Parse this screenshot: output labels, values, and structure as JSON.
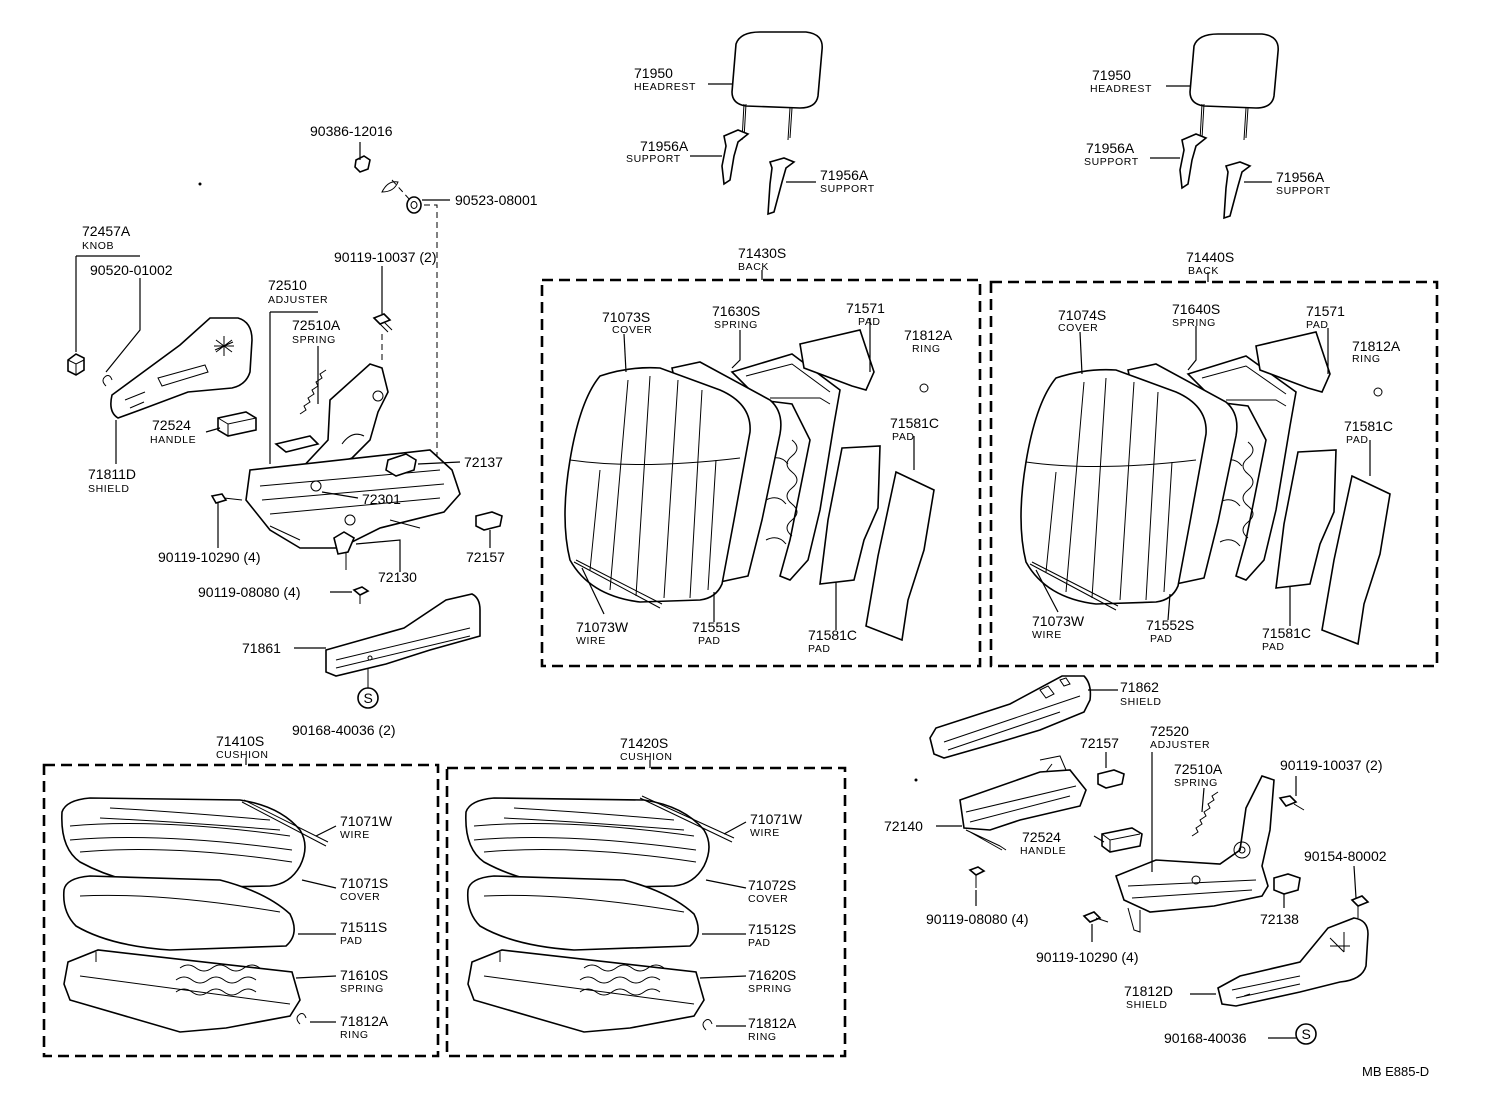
{
  "drawing_code": "MB E885-D",
  "callouts": {
    "c_90386_12016": {
      "number": "90386-12016",
      "name": ""
    },
    "c_90523_08001": {
      "number": "90523-08001",
      "name": ""
    },
    "c_72457A": {
      "number": "72457A",
      "name": "KNOB"
    },
    "c_90520_01002": {
      "number": "90520-01002",
      "name": ""
    },
    "c_90119_10037_L": {
      "number": "90119-10037 (2)",
      "name": ""
    },
    "c_72510": {
      "number": "72510",
      "name": "ADJUSTER"
    },
    "c_72510A_L": {
      "number": "72510A",
      "name": "SPRING"
    },
    "c_72524_L": {
      "number": "72524",
      "name": "HANDLE"
    },
    "c_71811D": {
      "number": "71811D",
      "name": "SHIELD"
    },
    "c_72137": {
      "number": "72137",
      "name": ""
    },
    "c_72301": {
      "number": "72301",
      "name": ""
    },
    "c_90119_10290_L": {
      "number": "90119-10290 (4)",
      "name": ""
    },
    "c_72157_L": {
      "number": "72157",
      "name": ""
    },
    "c_72130": {
      "number": "72130",
      "name": ""
    },
    "c_90119_08080_L": {
      "number": "90119-08080 (4)",
      "name": ""
    },
    "c_71861": {
      "number": "71861",
      "name": ""
    },
    "c_90168_40036_L": {
      "number": "90168-40036 (2)",
      "name": ""
    },
    "c_71950_L": {
      "number": "71950",
      "name": "HEADREST"
    },
    "c_71956A_L1": {
      "number": "71956A",
      "name": "SUPPORT"
    },
    "c_71956A_L2": {
      "number": "71956A",
      "name": "SUPPORT"
    },
    "c_71950_R": {
      "number": "71950",
      "name": "HEADREST"
    },
    "c_71956A_R1": {
      "number": "71956A",
      "name": "SUPPORT"
    },
    "c_71956A_R2": {
      "number": "71956A",
      "name": "SUPPORT"
    },
    "c_71430S": {
      "number": "71430S",
      "name": "BACK"
    },
    "c_71073S": {
      "number": "71073S",
      "name": "COVER"
    },
    "c_71630S": {
      "number": "71630S",
      "name": "SPRING"
    },
    "c_71571_L": {
      "number": "71571",
      "name": "PAD"
    },
    "c_71812A_BL": {
      "number": "71812A",
      "name": "RING"
    },
    "c_71581C_L1": {
      "number": "71581C",
      "name": "PAD"
    },
    "c_71073W_L": {
      "number": "71073W",
      "name": "WIRE"
    },
    "c_71551S": {
      "number": "71551S",
      "name": "PAD"
    },
    "c_71581C_L2": {
      "number": "71581C",
      "name": "PAD"
    },
    "c_71440S": {
      "number": "71440S",
      "name": "BACK"
    },
    "c_71074S": {
      "number": "71074S",
      "name": "COVER"
    },
    "c_71640S": {
      "number": "71640S",
      "name": "SPRING"
    },
    "c_71571_R": {
      "number": "71571",
      "name": "PAD"
    },
    "c_71812A_BR": {
      "number": "71812A",
      "name": "RING"
    },
    "c_71581C_R1": {
      "number": "71581C",
      "name": "PAD"
    },
    "c_71073W_R": {
      "number": "71073W",
      "name": "WIRE"
    },
    "c_71552S": {
      "number": "71552S",
      "name": "PAD"
    },
    "c_71581C_R2": {
      "number": "71581C",
      "name": "PAD"
    },
    "c_71410S": {
      "number": "71410S",
      "name": "CUSHION"
    },
    "c_71071W_L": {
      "number": "71071W",
      "name": "WIRE"
    },
    "c_71071S": {
      "number": "71071S",
      "name": "COVER"
    },
    "c_71511S": {
      "number": "71511S",
      "name": "PAD"
    },
    "c_71610S": {
      "number": "71610S",
      "name": "SPRING"
    },
    "c_71812A_CL": {
      "number": "71812A",
      "name": "RING"
    },
    "c_71420S": {
      "number": "71420S",
      "name": "CUSHION"
    },
    "c_71071W_R": {
      "number": "71071W",
      "name": "WIRE"
    },
    "c_71072S": {
      "number": "71072S",
      "name": "COVER"
    },
    "c_71512S": {
      "number": "71512S",
      "name": "PAD"
    },
    "c_71620S": {
      "number": "71620S",
      "name": "SPRING"
    },
    "c_71812A_CR": {
      "number": "71812A",
      "name": "RING"
    },
    "c_71862": {
      "number": "71862",
      "name": "SHIELD"
    },
    "c_72157_R": {
      "number": "72157",
      "name": ""
    },
    "c_72520": {
      "number": "72520",
      "name": "ADJUSTER"
    },
    "c_72510A_R": {
      "number": "72510A",
      "name": "SPRING"
    },
    "c_90119_10037_R": {
      "number": "90119-10037 (2)",
      "name": ""
    },
    "c_72140": {
      "number": "72140",
      "name": ""
    },
    "c_72524_R": {
      "number": "72524",
      "name": "HANDLE"
    },
    "c_90154_80002": {
      "number": "90154-80002",
      "name": ""
    },
    "c_72138": {
      "number": "72138",
      "name": ""
    },
    "c_90119_08080_R": {
      "number": "90119-08080 (4)",
      "name": ""
    },
    "c_90119_10290_R": {
      "number": "90119-10290 (4)",
      "name": ""
    },
    "c_71812D": {
      "number": "71812D",
      "name": "SHIELD"
    },
    "c_90168_40036_R": {
      "number": "90168-40036",
      "name": ""
    }
  },
  "screw_symbol": "S"
}
